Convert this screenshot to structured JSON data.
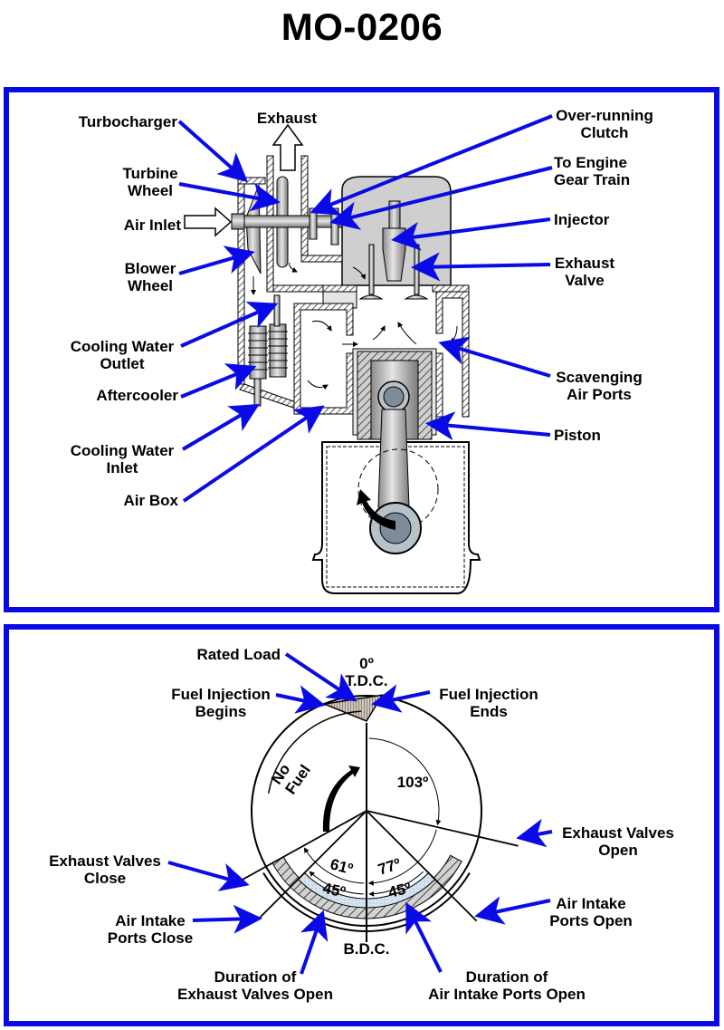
{
  "title": "MO-0206",
  "colors": {
    "frame": "#0a0ae6",
    "callout": "#0a0ae6",
    "metal": "#c8c8c8",
    "hatch": "#555555",
    "scavenge_band": "#cfe0f0"
  },
  "engine_diagram": {
    "labels": {
      "turbocharger": "Turbocharger",
      "exhaust": "Exhaust",
      "turbine_wheel": [
        "Turbine",
        "Wheel"
      ],
      "air_inlet": "Air Inlet",
      "blower_wheel": [
        "Blower",
        "Wheel"
      ],
      "cooling_water_outlet": [
        "Cooling Water",
        "Outlet"
      ],
      "aftercooler": "Aftercooler",
      "cooling_water_inlet": [
        "Cooling Water",
        "Inlet"
      ],
      "air_box": "Air Box",
      "over_running_clutch": [
        "Over-running",
        "Clutch"
      ],
      "to_engine_gear_train": [
        "To Engine",
        "Gear Train"
      ],
      "injector": "Injector",
      "exhaust_valve": [
        "Exhaust",
        "Valve"
      ],
      "scavenging_air_ports": [
        "Scavenging",
        "Air Ports"
      ],
      "piston": "Piston"
    }
  },
  "timing_diagram": {
    "labels": {
      "rated_load": "Rated Load",
      "tdc": [
        "0º",
        "T.D.C."
      ],
      "fuel_injection_begins": [
        "Fuel Injection",
        "Begins"
      ],
      "fuel_injection_ends": [
        "Fuel Injection",
        "Ends"
      ],
      "no_fuel": [
        "No",
        "Fuel"
      ],
      "exhaust_valves_open": [
        "Exhaust Valves",
        "Open"
      ],
      "exhaust_valves_close": [
        "Exhaust Valves",
        "Close"
      ],
      "air_intake_ports_open": [
        "Air Intake",
        "Ports Open"
      ],
      "air_intake_ports_close": [
        "Air Intake",
        "Ports Close"
      ],
      "bdc": "B.D.C.",
      "duration_exhaust": [
        "Duration of",
        "Exhaust Valves Open"
      ],
      "duration_intake": [
        "Duration of",
        "Air Intake Ports Open"
      ]
    },
    "angles": {
      "exhaust_open_from_tdc": "103º",
      "exhaust_open_to_bdc": "77º",
      "exhaust_close_after_bdc": "61º",
      "intake_open_before_bdc": "45º",
      "intake_close_after_bdc": "45º"
    }
  }
}
